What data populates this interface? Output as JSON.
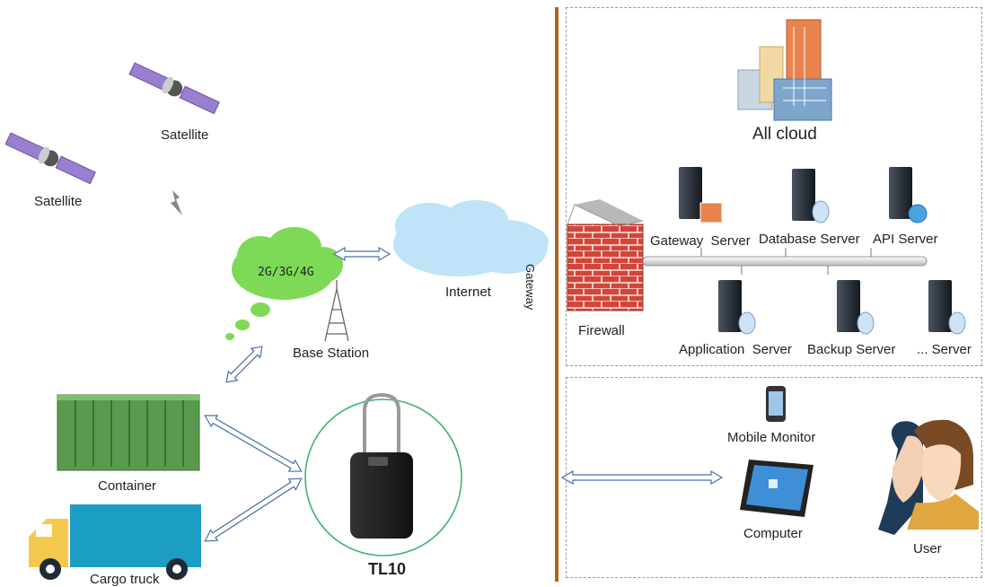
{
  "left": {
    "satellite_1": "Satellite",
    "satellite_2": "Satellite",
    "network_cloud": "2G/3G/4G",
    "base_station": "Base Station",
    "internet": "Internet",
    "container": "Container",
    "cargo_truck": "Cargo truck",
    "device": "TL10"
  },
  "gateway": "Gateway",
  "cloud": {
    "title": "All cloud",
    "firewall": "Firewall",
    "servers_top": [
      "Gateway  Server",
      "Database Server",
      "API Server"
    ],
    "servers_bottom": [
      "Application  Server",
      "Backup Server",
      "... Server"
    ]
  },
  "clients": {
    "mobile": "Mobile Monitor",
    "computer": "Computer",
    "user": "User"
  },
  "colors": {
    "container_green": "#5a9a4e",
    "truck_blue": "#1c9dc4",
    "truck_yellow": "#f2c94c",
    "firewall_red": "#d2463a",
    "gateway_line": "#b0641e",
    "network_cloud_green": "#7ed957",
    "internet_cloud_blue": "#bfe3f7"
  }
}
